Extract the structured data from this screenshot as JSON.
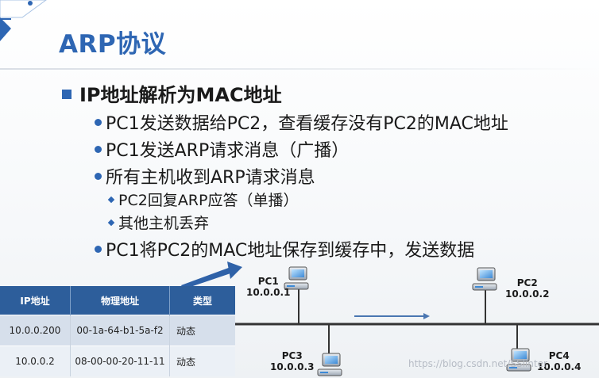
{
  "slide": {
    "title": "ARP协议",
    "main_point": "IP地址解析为MAC地址",
    "points": [
      "PC1发送数据给PC2，查看缓存没有PC2的MAC地址",
      "PC1发送ARP请求消息（广播）",
      "所有主机收到ARP请求消息"
    ],
    "subpoints": [
      "PC2回复ARP应答（单播）",
      "其他主机丢弃"
    ],
    "last_point": "PC1将PC2的MAC地址保存到缓存中，发送数据"
  },
  "arp_table": {
    "headers": [
      "IP地址",
      "物理地址",
      "类型"
    ],
    "rows": [
      [
        "10.0.0.200",
        "00-1a-64-b1-5a-f2",
        "动态"
      ],
      [
        "10.0.0.2",
        "08-00-00-20-11-11",
        "动态"
      ]
    ]
  },
  "hosts": [
    {
      "name": "PC1",
      "ip": "10.0.0.1"
    },
    {
      "name": "PC2",
      "ip": "10.0.0.2"
    },
    {
      "name": "PC3",
      "ip": "10.0.0.3"
    },
    {
      "name": "PC4",
      "ip": "10.0.0.4"
    }
  ],
  "watermark": "https://blog.csdn.net/SSlinter",
  "colors": {
    "accent": "#2e66b3",
    "table_header": "#2d5e9b"
  }
}
